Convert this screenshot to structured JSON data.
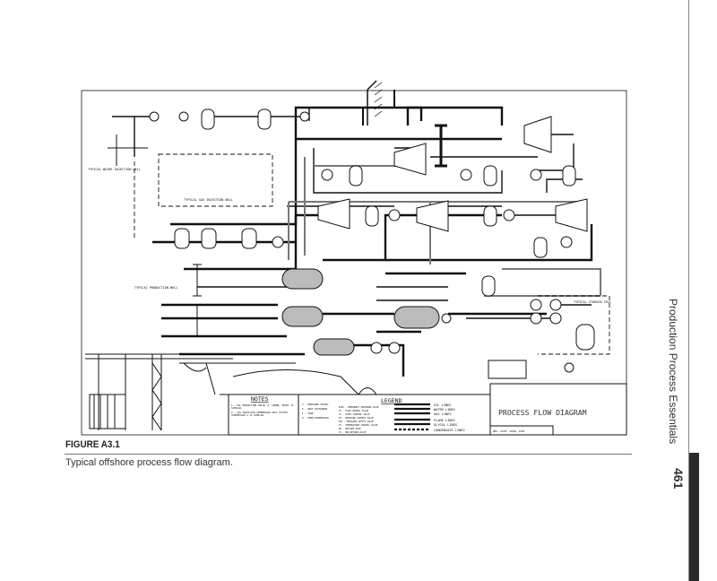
{
  "page": {
    "running_head": "Production Process Essentials",
    "page_number": "461"
  },
  "figure": {
    "label": "FIGURE A3.1",
    "caption": "Typical offshore process flow diagram."
  },
  "diagram": {
    "title": "PROCESS FLOW DIAGRAM",
    "rev_date": "REV. DATE:   APRIL 1992",
    "labels": {
      "water_injection_well": "TYPICAL WATER INJECTION WELL",
      "gas_injection_well": "TYPICAL GAS INJECTION WELL",
      "production_well": "TYPICAL PRODUCTION WELL",
      "storage_cell": "TYPICAL STORAGE CELL"
    },
    "notes": {
      "heading": "NOTES",
      "items": [
        "1 - OIL PRODUCTION TRAIN 'A' SHOWN, TRAIN 'B' SIMILAR.",
        "2 - GAS INJECTION COMPRESSOR SEAL SYSTEM, COMPRESSOR 2 IS SIMILAR."
      ],
      "symbols": [
        "V - PRESSURE VESSEL",
        "E - HEAT EXCHANGER",
        "T - TANK",
        "P - PUMP/COMPRESSOR"
      ]
    },
    "legend": {
      "heading": "LEGEND",
      "abbreviations": [
        "ESDV - EMERGENCY SHUTDOWN VALVE",
        "FV - FLOW CONTROL VALVE",
        "LV - LEVEL CONTROL VALVE",
        "PV - PRESSURE CONTROL VALVE",
        "PSV - PRESSURE SAFETY VALVE",
        "TV - TEMPERATURE CONTROL VALVE",
        "RD - RUPTURE DISK",
        "CV - NON-RETURN VALVE"
      ],
      "lines": [
        "OIL LINES",
        "WATER LINES",
        "GAS LINES",
        "FLARE LINES",
        "GLYCOL LINES",
        "CONDENSATE LINES"
      ]
    }
  }
}
